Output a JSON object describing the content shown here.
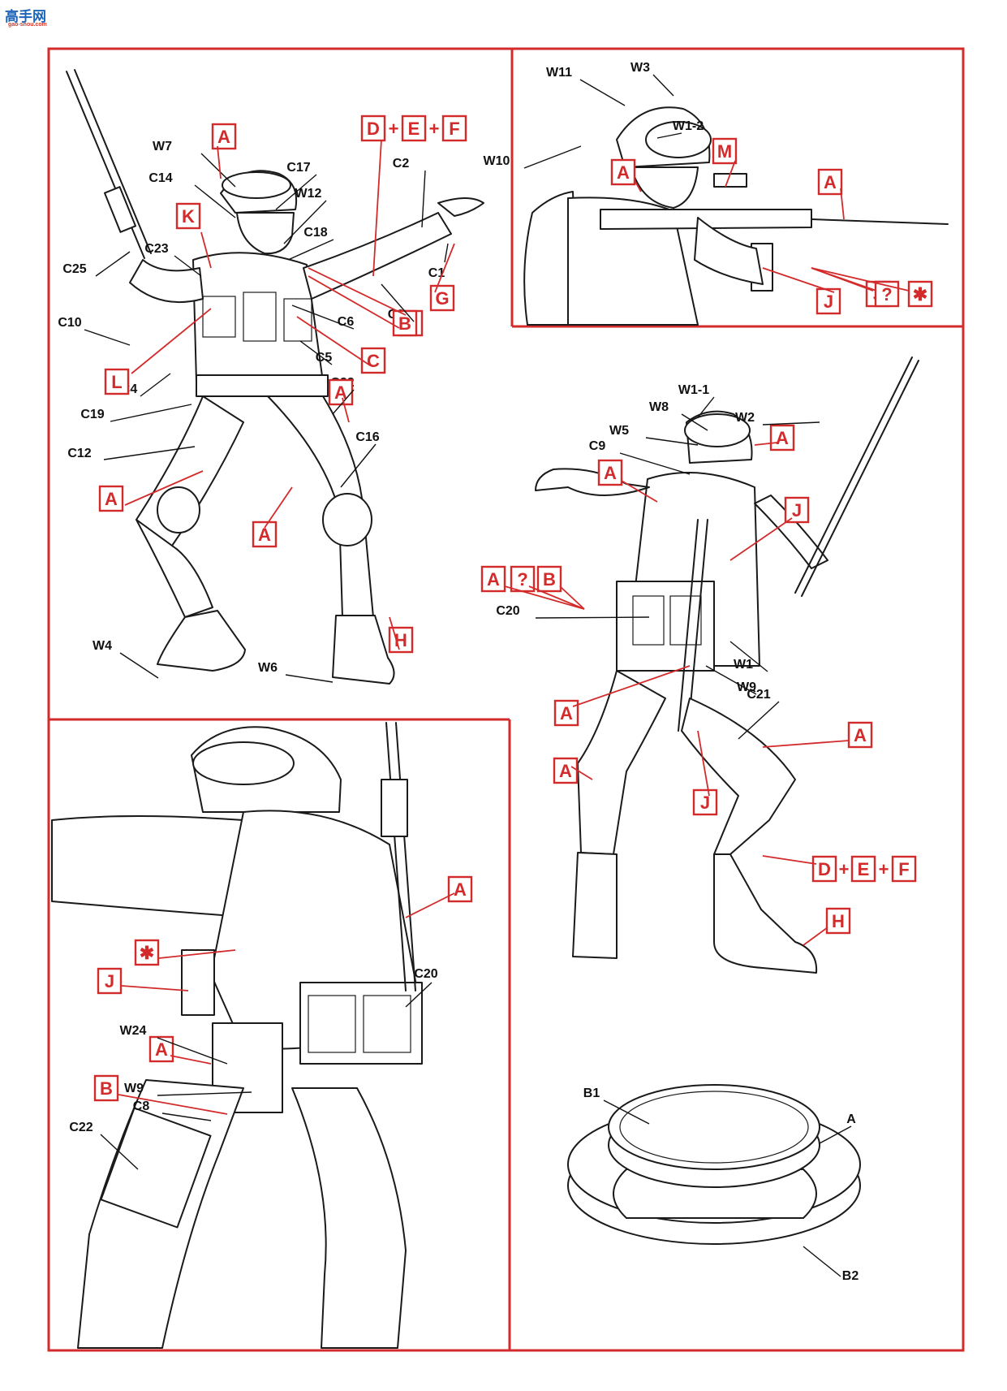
{
  "watermark": {
    "text": "高手网",
    "url": "gao-shou.com"
  },
  "colors": {
    "accent": "#d32b2b",
    "ink": "#111111",
    "watermark_blue": "#1c63b8"
  },
  "panels": {
    "top_left": {
      "part_labels": [
        "W7",
        "C14",
        "C17",
        "C2",
        "W12",
        "C18",
        "C23",
        "C25",
        "C1",
        "C3",
        "C6",
        "C10",
        "C5",
        "C4",
        "C22",
        "C19",
        "C16",
        "C12",
        "W4",
        "W6"
      ],
      "paint_callouts": [
        "A",
        "K",
        "B",
        "G",
        "B",
        "C",
        "L",
        "A",
        "A",
        "A",
        "H"
      ],
      "combo": [
        "D",
        "E",
        "F"
      ]
    },
    "top_right": {
      "part_labels": [
        "W11",
        "W3",
        "W1-2",
        "W10"
      ],
      "paint_callouts": [
        "A",
        "M",
        "A",
        "J",
        "J",
        "?",
        "✱"
      ]
    },
    "right": {
      "part_labels": [
        "W1-1",
        "W8",
        "W2",
        "W5",
        "C9",
        "C20",
        "W1",
        "W9",
        "C21"
      ],
      "paint_callouts": [
        "A",
        "A",
        "J",
        "A",
        "?",
        "B",
        "A",
        "A",
        "A",
        "J",
        "H"
      ],
      "combo": [
        "D",
        "E",
        "F"
      ]
    },
    "bottom_left": {
      "part_labels": [
        "C20",
        "W24",
        "W9",
        "C8",
        "C22"
      ],
      "paint_callouts": [
        "A",
        "✱",
        "J",
        "A",
        "B"
      ]
    },
    "base": {
      "part_labels": [
        "B1",
        "A",
        "B2"
      ]
    }
  }
}
